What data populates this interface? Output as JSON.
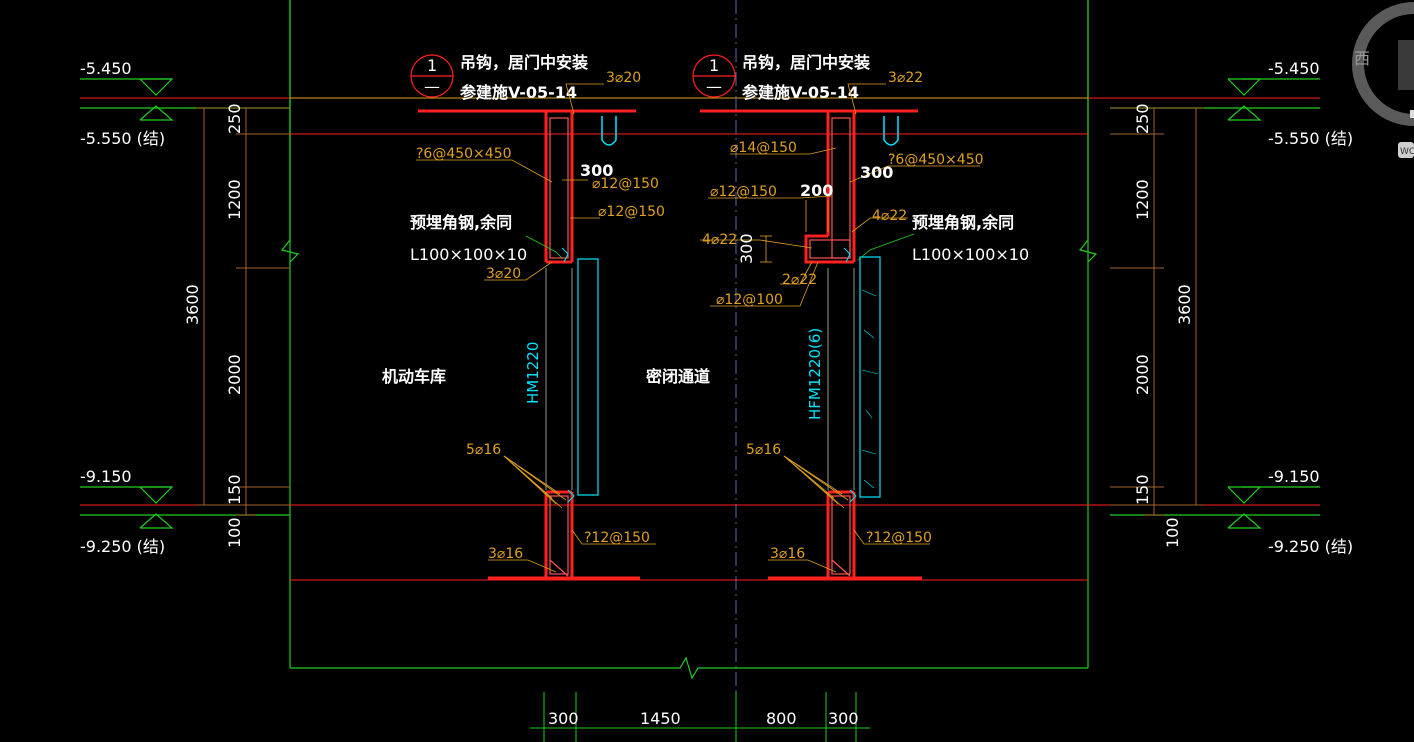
{
  "elevations": {
    "top_left": "-5.450",
    "top_left_struct": "-5.550 (结)",
    "bot_left": "-9.150",
    "bot_left_struct": "-9.250 (结)",
    "top_right": "-5.450",
    "top_right_struct": "-5.550 (结)",
    "bot_right": "-9.150",
    "bot_right_struct": "-9.250 (结)"
  },
  "dims_vertical": {
    "left": [
      "250",
      "1200",
      "2000",
      "150",
      "100"
    ],
    "left_total": "3600",
    "right": [
      "250",
      "1200",
      "2000",
      "150",
      "100"
    ],
    "right_total": "3600"
  },
  "dims_horizontal": [
    "300",
    "1450",
    "800",
    "300"
  ],
  "callout": {
    "number": "1",
    "dash": "—",
    "note_line1": "吊钩，居门中安装",
    "note_line2": "参建施V-05-14"
  },
  "rebar_left": {
    "top": "3⌀20",
    "stirrup": "?6@450×450",
    "width": "300",
    "r1": "⌀12@150",
    "r2": "⌀12@150",
    "angle_note": "预埋角钢,余同",
    "angle_spec": "L100×100×10",
    "bottom_bar": "3⌀20",
    "base_group": "5⌀16",
    "base_stirrup": "?12@150",
    "base_bottom": "3⌀16"
  },
  "rebar_right": {
    "top": "3⌀22",
    "r14": "⌀14@150",
    "stirrup": "?6@450×450",
    "width": "300",
    "r12": "⌀12@150",
    "w200": "200",
    "side": "4⌀22",
    "left_bars": "4⌀22",
    "h300": "300",
    "bottom_bars": "2⌀22",
    "r12b": "⌀12@100",
    "angle_note": "预埋角钢,余同",
    "angle_spec": "L100×100×10",
    "base_group": "5⌀16",
    "base_stirrup": "?12@150",
    "base_bottom": "3⌀16"
  },
  "rooms": {
    "left": "机动车库",
    "right": "密闭通道"
  },
  "doors": {
    "left": "HM1220",
    "right": "HFM1220(6)"
  },
  "viewcube": {
    "letter": "西",
    "tag": "WC"
  },
  "colors": {
    "background": "#000000",
    "wall_red": "#ff2020",
    "grid_green": "#22cc22",
    "annotation_orange": "#e0a020",
    "door_cyan": "#00e5ff",
    "text_white": "#ffffff",
    "dim_brown": "#a0622a"
  }
}
